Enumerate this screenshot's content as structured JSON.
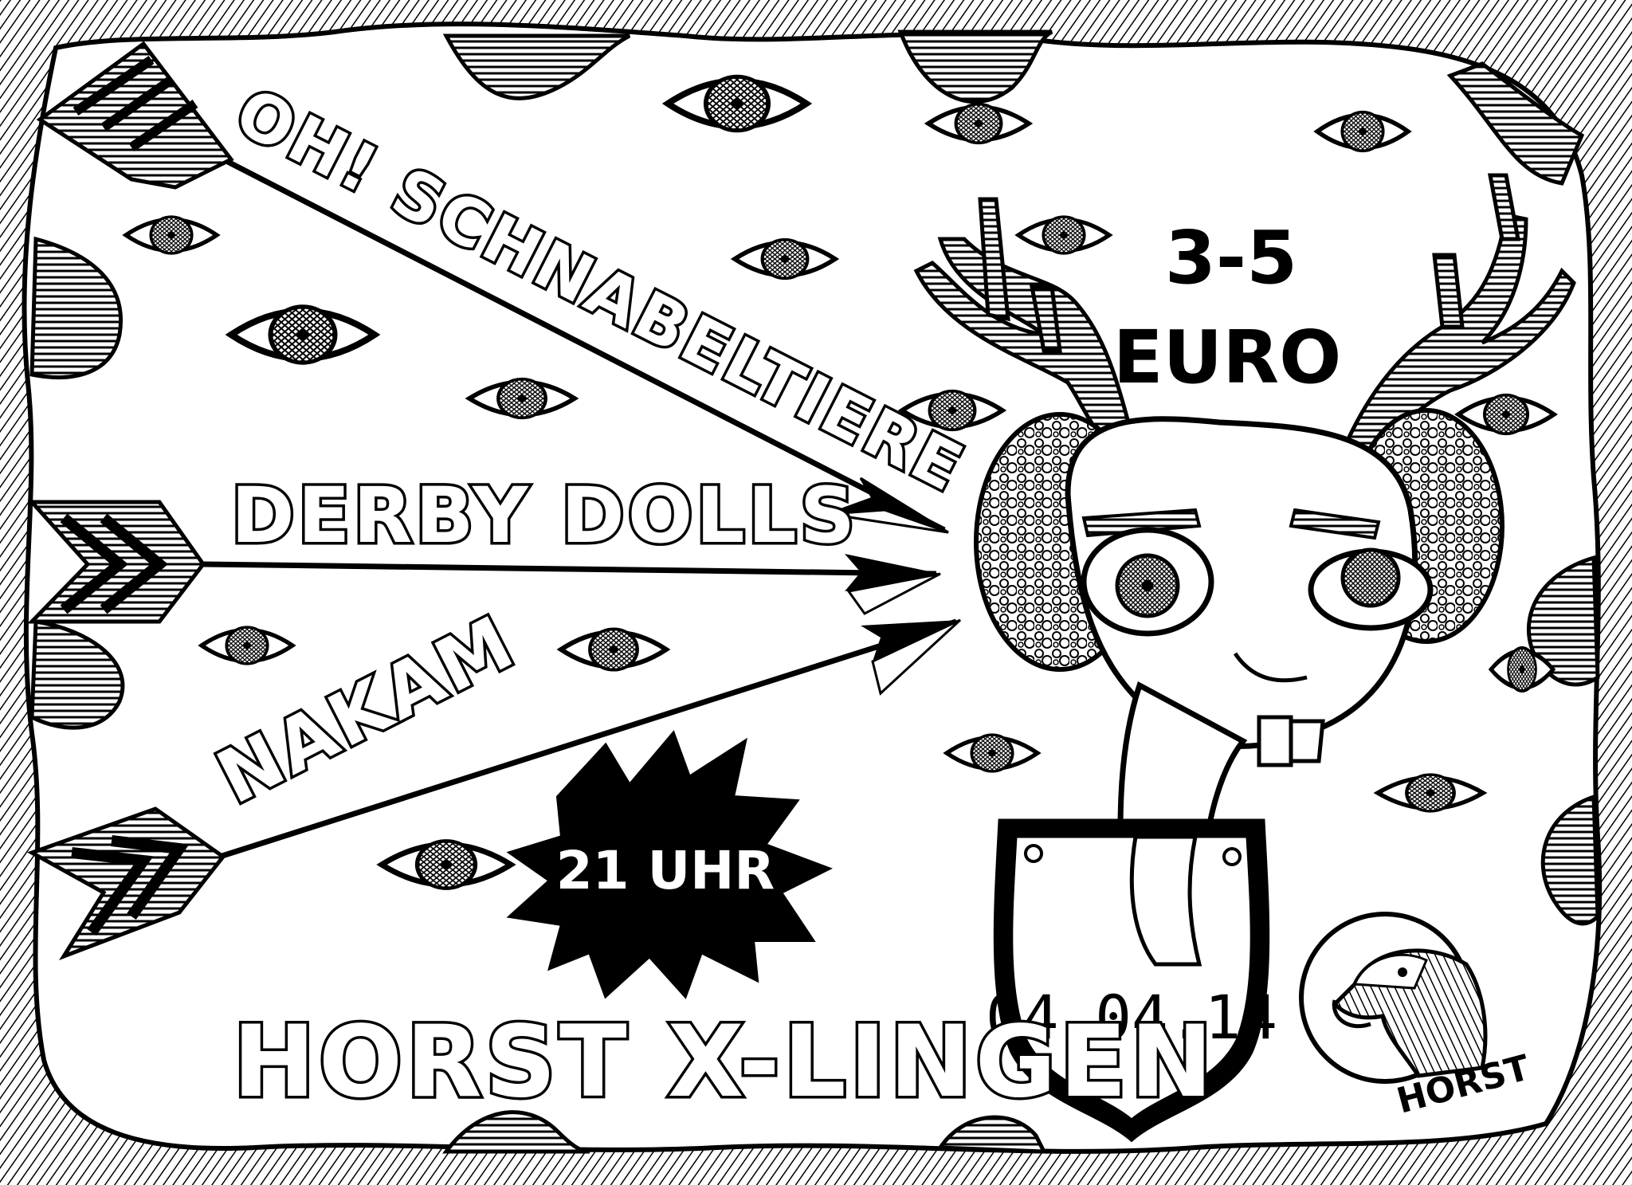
{
  "colors": {
    "ink": "#000000",
    "paper": "#ffffff"
  },
  "bands": [
    "OH! SCHNABELTIERE",
    "DERBY DOLLS",
    "NAKAM"
  ],
  "price": {
    "line1": "3-5",
    "line2": "EURO"
  },
  "time": "21 UHR",
  "venue": "HORST X-LINGEN",
  "date": "04.04.14",
  "logo": {
    "text": "HORST",
    "icon": "eagle-head-icon"
  },
  "icons": {
    "eye": "eye-icon",
    "arrow": "arrow-icon",
    "antler": "antler-icon",
    "head": "creature-head-icon",
    "shield": "shield-plaque-icon",
    "burst": "starburst-icon"
  }
}
